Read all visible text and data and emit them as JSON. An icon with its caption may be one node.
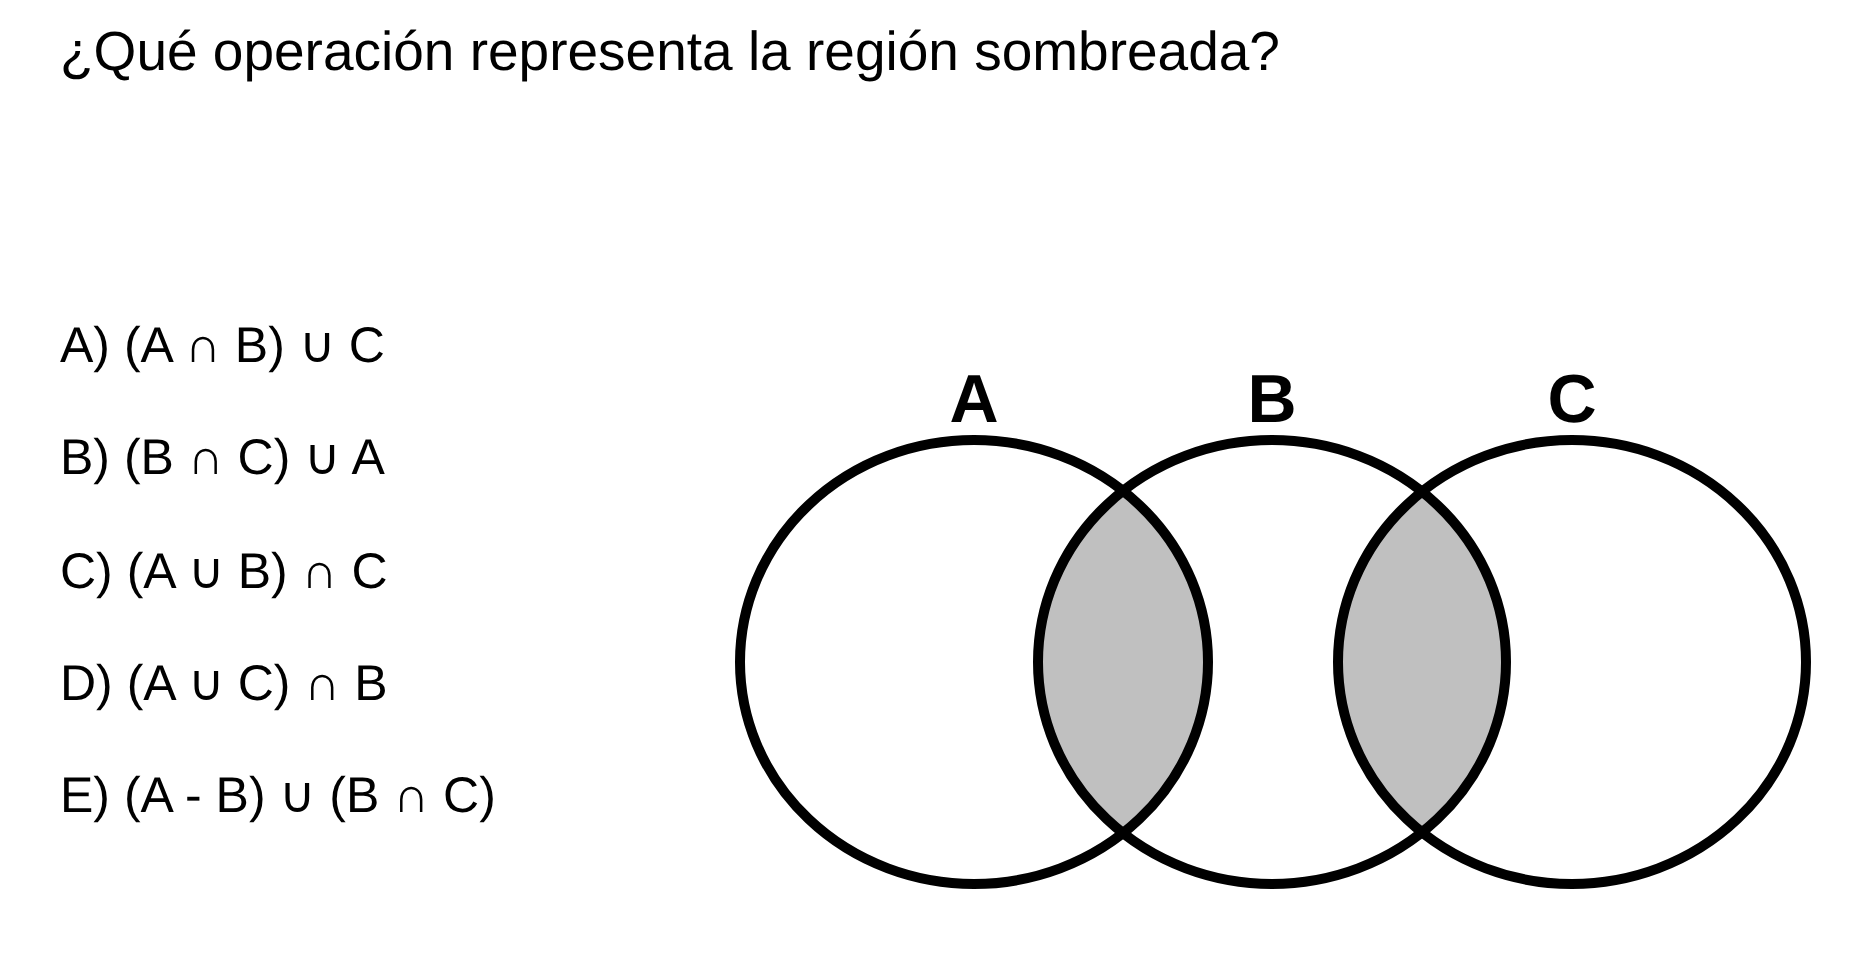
{
  "diagram": {
    "title": "¿Qué operación representa la región sombreada?",
    "nodes": [
      {
        "text": [
          "A"
        ]
      },
      {
        "text": [
          "B"
        ]
      },
      {
        "text": [
          "C"
        ]
      },
      {
        "text": [],
        "shape": "lens"
      },
      {
        "text": [],
        "shape": "lens"
      }
    ],
    "labels": [
      "A) (A ∩ B) ∪ C",
      "B) (B ∩ C) ∪ A",
      "C) (A ∪ B) ∩ C",
      "D) (A ∪ C) ∩ B",
      "E) (A - B) ∪ (B ∩ C)"
    ]
  }
}
